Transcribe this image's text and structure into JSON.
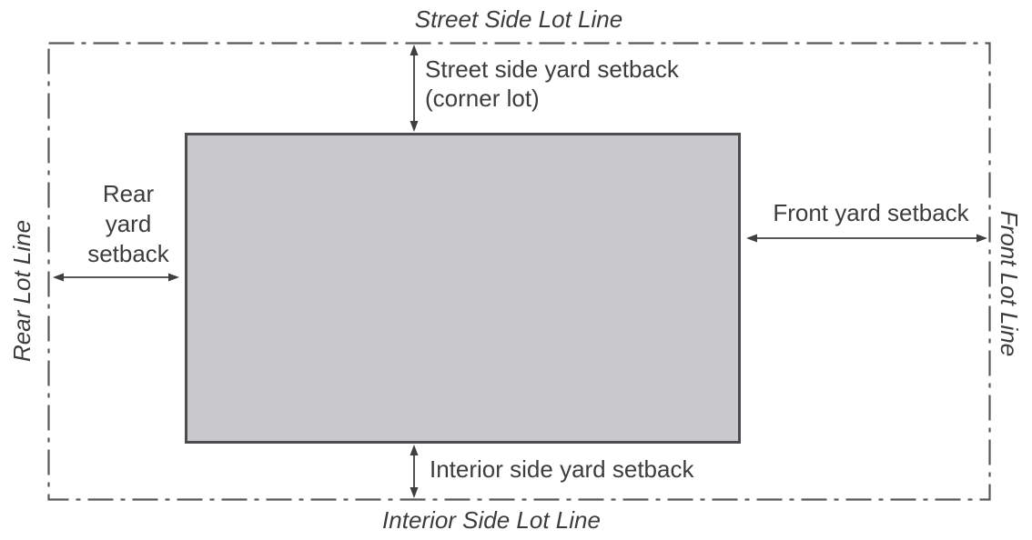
{
  "lot_lines": {
    "top": "Street Side Lot Line",
    "bottom": "Interior Side Lot Line",
    "left": "Rear Lot Line",
    "right": "Front Lot Line"
  },
  "setbacks": {
    "street_side": "Street side yard setback",
    "street_side_note": "(corner lot)",
    "rear": "Rear yard setback",
    "front": "Front yard setback",
    "interior_side": "Interior side yard setback"
  },
  "colors": {
    "building_fill": "#c9c9cb",
    "building_border": "#4c4c4e",
    "line_color": "#58585a",
    "arrow_color": "#3f3f41",
    "text_color": "#3c3c3e",
    "background": "#ffffff"
  }
}
